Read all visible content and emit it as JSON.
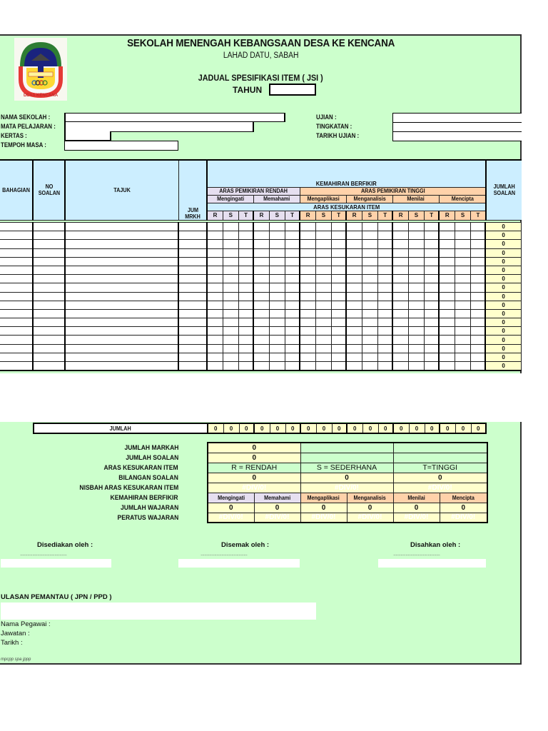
{
  "header": {
    "school_name": "SEKOLAH MENENGAH KEBANGSAAN DESA KE KENCANA",
    "location": "LAHAD DATU, SABAH",
    "document_title": "JADUAL SPESIFIKASI ITEM ( JSI )",
    "year_label": "TAHUN",
    "year_value": "",
    "logo": {
      "icon": "school-crest-icon",
      "motto": "ILMU AMAL BUDI",
      "ring_text": "SMK DESA KENCANA"
    }
  },
  "info_fields": {
    "left": [
      {
        "label": "NAMA SEKOLAH :",
        "value": ""
      },
      {
        "label": "MATA PELAJARAN :",
        "value": ""
      },
      {
        "label": "KERTAS :",
        "value": ""
      },
      {
        "label": "TEMPOH MASA :",
        "value": ""
      }
    ],
    "right": [
      {
        "label": "UJIAN :",
        "value": ""
      },
      {
        "label": "TINGKATAN :",
        "value": ""
      },
      {
        "label": "TARIKH UJIAN :",
        "value": ""
      }
    ]
  },
  "table": {
    "headers": {
      "bahagian": "BAHAGIAN",
      "no_soalan_1": "NO",
      "no_soalan_2": "SOALAN",
      "tajuk": "TAJUK",
      "jum_mrkh_1": "JUM",
      "jum_mrkh_2": "MRKH",
      "kemahiran": "KEMAHIRAN BERFIKIR",
      "aras_rendah": "ARAS PEMIKIRAN RENDAH",
      "aras_tinggi": "ARAS PEMIKIRAN TINGGI",
      "skills": [
        "Mengingati",
        "Memahami",
        "Mengaplikasi",
        "Menganalisis",
        "Menilai",
        "Mencipta"
      ],
      "aras_kesukaran": "ARAS KESUKARAN ITEM",
      "levels": [
        "R",
        "S",
        "T"
      ],
      "jumlah_soalan_1": "JUMLAH",
      "jumlah_soalan_2": "SOALAN"
    },
    "rows": [
      {
        "jumlah_soalan": "0"
      },
      {
        "jumlah_soalan": "0"
      },
      {
        "jumlah_soalan": "0"
      },
      {
        "jumlah_soalan": "0"
      },
      {
        "jumlah_soalan": "0"
      },
      {
        "jumlah_soalan": "0"
      },
      {
        "jumlah_soalan": "0"
      },
      {
        "jumlah_soalan": "0"
      },
      {
        "jumlah_soalan": "0"
      },
      {
        "jumlah_soalan": "0"
      },
      {
        "jumlah_soalan": "0"
      },
      {
        "jumlah_soalan": "0"
      },
      {
        "jumlah_soalan": "0"
      },
      {
        "jumlah_soalan": "0"
      },
      {
        "jumlah_soalan": "0"
      },
      {
        "jumlah_soalan": "0"
      },
      {
        "jumlah_soalan": "0"
      }
    ],
    "total_row": {
      "label": "JUMLAH",
      "values": [
        "0",
        "0",
        "0",
        "0",
        "0",
        "0",
        "0",
        "0",
        "0",
        "0",
        "0",
        "0",
        "0",
        "0",
        "0",
        "0",
        "0",
        "0"
      ]
    }
  },
  "summary": {
    "labels": [
      "JUMLAH MARKAH",
      "JUMLAH SOALAN",
      "ARAS KESUKARAN ITEM",
      "BILANGAN SOALAN",
      "NISBAH ARAS KESUKARAN ITEM",
      "KEMAHIRAN BERFIKIR",
      "JUMLAH WAJARAN",
      "PERATUS WAJARAN"
    ],
    "jumlah_markah": "0",
    "jumlah_soalan": "0",
    "difficulty_levels": [
      "R = RENDAH",
      "S = SEDERHANA",
      "T=TINGGI"
    ],
    "bilangan_soalan": [
      "0",
      "0",
      "0"
    ],
    "nisbah": [
      "#DIV/0!",
      "#DIV/0!",
      "#DIV/0!"
    ],
    "skills": [
      "Mengingati",
      "Memahami",
      "Mengaplikasi",
      "Menganalisis",
      "Menilai",
      "Mencipta"
    ],
    "jumlah_wajaran": [
      "0",
      "0",
      "0",
      "0",
      "0",
      "0"
    ],
    "peratus_wajaran": [
      "#DIV/0!",
      "#DIV/0!",
      "#DIV/0!",
      "#DIV/0!",
      "#DIV/0!",
      "#DIV/0!"
    ]
  },
  "signatures": [
    {
      "label": "Disediakan oleh :",
      "dots": "......................................"
    },
    {
      "label": "Disemak oleh :",
      "dots": "......................................"
    },
    {
      "label": "Disahkan oleh :",
      "dots": "......................................"
    }
  ],
  "monitor": {
    "title": "ULASAN PEMANTAU ( JPN / PPD )",
    "fields": [
      "Nama Pegawai :",
      "Jawatan :",
      "Tarikh :"
    ]
  },
  "footer": {
    "note": "mpcpp spa jppp"
  },
  "colors": {
    "sheet_bg": "#ccffcc",
    "header_blue": "#cceeff",
    "lavender": "#e6dff0",
    "peach": "#ffd2aa",
    "yellow": "#ffffcc"
  }
}
